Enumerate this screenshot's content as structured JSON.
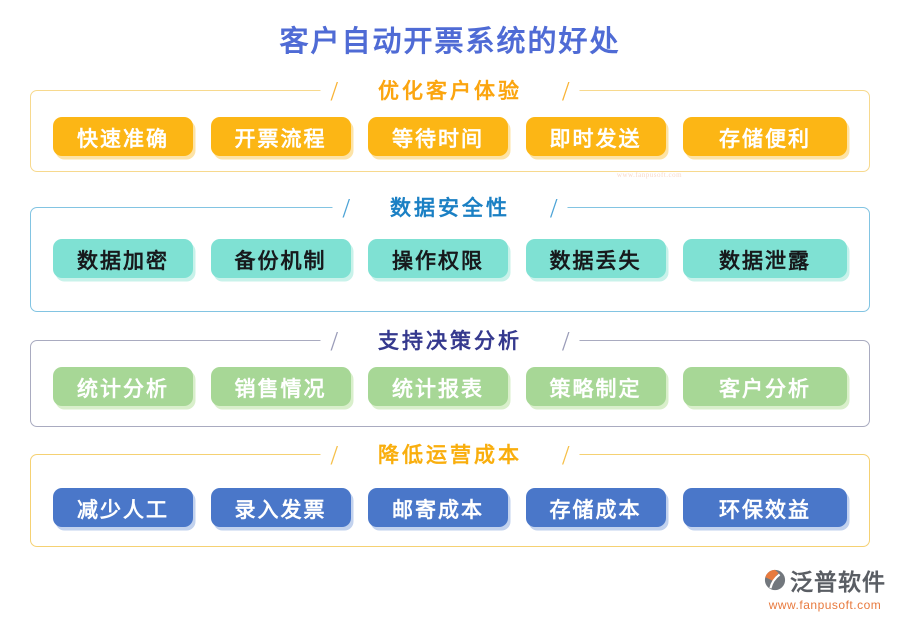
{
  "title": "客户自动开票系统的好处",
  "title_color": "#4f6bd5",
  "sections": [
    {
      "label": "优化客户体验",
      "items": [
        "快速准确",
        "开票流程",
        "等待时间",
        "即时发送",
        "存储便利"
      ],
      "colors": {
        "header": "#fba50f",
        "slash": "#f9b335",
        "border": "#f7d98e",
        "button_bg": "#fcb615",
        "button_fg": "#ffffff",
        "button_shadow": "#fde3a6"
      }
    },
    {
      "label": "数据安全性",
      "items": [
        "数据加密",
        "备份机制",
        "操作权限",
        "数据丢失",
        "数据泄露"
      ],
      "colors": {
        "header": "#1b80c4",
        "slash": "#4da3d6",
        "border": "#82c4e2",
        "button_bg": "#7fe1d3",
        "button_fg": "#17191c",
        "button_shadow": "#c8f2ea"
      }
    },
    {
      "label": "支持决策分析",
      "items": [
        "统计分析",
        "销售情况",
        "统计报表",
        "策略制定",
        "客户分析"
      ],
      "colors": {
        "header": "#35398e",
        "slash": "#9a9cb8",
        "border": "#a9abc0",
        "button_bg": "#a7d796",
        "button_fg": "#ffffff",
        "button_shadow": "#d9efcb"
      }
    },
    {
      "label": "降低运营成本",
      "items": [
        "减少人工",
        "录入发票",
        "邮寄成本",
        "存储成本",
        "环保效益"
      ],
      "colors": {
        "header": "#f9ae0d",
        "slash": "#f6c04a",
        "border": "#f5d173",
        "button_bg": "#4a77c9",
        "button_fg": "#ffffff",
        "button_shadow": "#c2d2ee"
      }
    }
  ],
  "decor": {
    "slash": "/"
  },
  "watermark": {
    "brand": "泛普软件",
    "url": "www.fanpusoft.com"
  },
  "footer": {
    "brand": "泛普软件",
    "url": "www.fanpusoft.com"
  }
}
